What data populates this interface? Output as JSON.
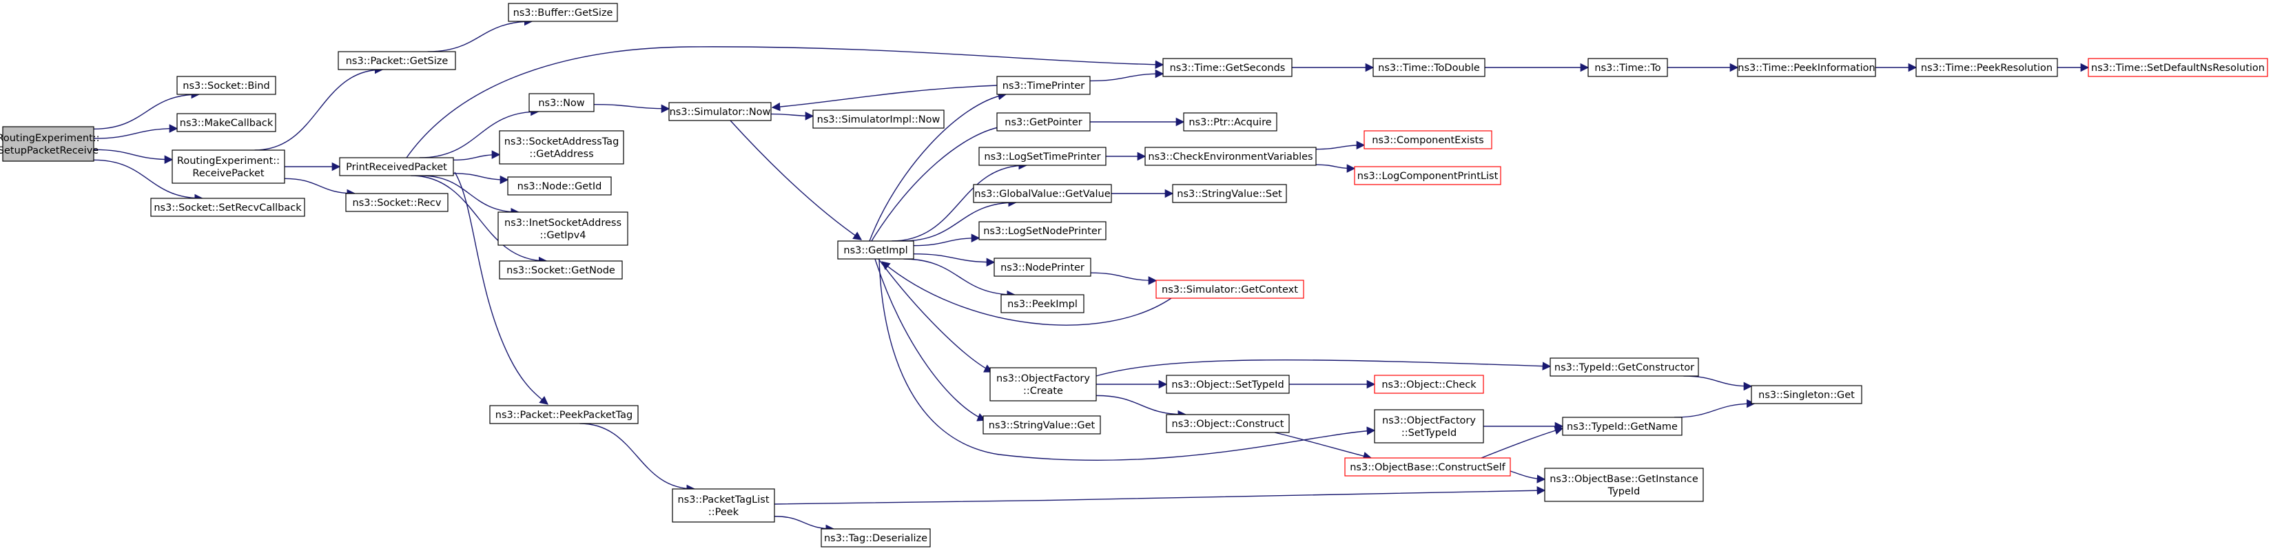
{
  "colors": {
    "edge": "#191970",
    "node_border": "#000000",
    "node_border_missing": "#ff0000",
    "root_fill": "#bfbfbf",
    "node_fill": "#ffffff"
  },
  "nodes": [
    {
      "id": "setup",
      "lines": [
        "RoutingExperiment::",
        "SetupPacketReceive"
      ],
      "style": "root"
    },
    {
      "id": "bind",
      "lines": [
        "ns3::Socket::Bind"
      ]
    },
    {
      "id": "makecb",
      "lines": [
        "ns3::MakeCallback"
      ]
    },
    {
      "id": "receive",
      "lines": [
        "RoutingExperiment::",
        "ReceivePacket"
      ]
    },
    {
      "id": "setrecv",
      "lines": [
        "ns3::Socket::SetRecvCallback"
      ]
    },
    {
      "id": "pktsize",
      "lines": [
        "ns3::Packet::GetSize"
      ]
    },
    {
      "id": "bufsize",
      "lines": [
        "ns3::Buffer::GetSize"
      ]
    },
    {
      "id": "print",
      "lines": [
        "PrintReceivedPacket"
      ]
    },
    {
      "id": "recv",
      "lines": [
        "ns3::Socket::Recv"
      ]
    },
    {
      "id": "now",
      "lines": [
        "ns3::Now"
      ]
    },
    {
      "id": "satag",
      "lines": [
        "ns3::SocketAddressTag",
        "::GetAddress"
      ]
    },
    {
      "id": "nodeid",
      "lines": [
        "ns3::Node::GetId"
      ]
    },
    {
      "id": "inet",
      "lines": [
        "ns3::InetSocketAddress",
        "::GetIpv4"
      ]
    },
    {
      "id": "getnode",
      "lines": [
        "ns3::Socket::GetNode"
      ]
    },
    {
      "id": "peekpkt",
      "lines": [
        "ns3::Packet::PeekPacketTag"
      ]
    },
    {
      "id": "simnow",
      "lines": [
        "ns3::Simulator::Now"
      ]
    },
    {
      "id": "implnow",
      "lines": [
        "ns3::SimulatorImpl::Now"
      ]
    },
    {
      "id": "getimpl",
      "lines": [
        "ns3::GetImpl"
      ]
    },
    {
      "id": "tprinter",
      "lines": [
        "ns3::TimePrinter"
      ]
    },
    {
      "id": "getptr",
      "lines": [
        "ns3::GetPointer"
      ]
    },
    {
      "id": "logtp",
      "lines": [
        "ns3::LogSetTimePrinter"
      ]
    },
    {
      "id": "gvget",
      "lines": [
        "ns3::GlobalValue::GetValue"
      ]
    },
    {
      "id": "lognp",
      "lines": [
        "ns3::LogSetNodePrinter"
      ]
    },
    {
      "id": "nprinter",
      "lines": [
        "ns3::NodePrinter"
      ]
    },
    {
      "id": "peekimpl",
      "lines": [
        "ns3::PeekImpl"
      ]
    },
    {
      "id": "ofcreate",
      "lines": [
        "ns3::ObjectFactory",
        "::Create"
      ]
    },
    {
      "id": "svget",
      "lines": [
        "ns3::StringValue::Get"
      ]
    },
    {
      "id": "ptltag",
      "lines": [
        "ns3::PacketTagList",
        "::Peek"
      ]
    },
    {
      "id": "tagdes",
      "lines": [
        "ns3::Tag::Deserialize"
      ]
    },
    {
      "id": "getsec",
      "lines": [
        "ns3::Time::GetSeconds"
      ]
    },
    {
      "id": "todouble",
      "lines": [
        "ns3::Time::ToDouble"
      ]
    },
    {
      "id": "timeto",
      "lines": [
        "ns3::Time::To"
      ]
    },
    {
      "id": "peekinfo",
      "lines": [
        "ns3::Time::PeekInformation"
      ]
    },
    {
      "id": "peekres",
      "lines": [
        "ns3::Time::PeekResolution"
      ]
    },
    {
      "id": "setdef",
      "lines": [
        "ns3::Time::SetDefaultNsResolution"
      ],
      "style": "missing"
    },
    {
      "id": "ptracq",
      "lines": [
        "ns3::Ptr::Acquire"
      ]
    },
    {
      "id": "checkenv",
      "lines": [
        "ns3::CheckEnvironmentVariables"
      ]
    },
    {
      "id": "compexists",
      "lines": [
        "ns3::ComponentExists"
      ],
      "style": "missing"
    },
    {
      "id": "logcomp",
      "lines": [
        "ns3::LogComponentPrintList"
      ],
      "style": "missing"
    },
    {
      "id": "svset",
      "lines": [
        "ns3::StringValue::Set"
      ]
    },
    {
      "id": "simctx",
      "lines": [
        "ns3::Simulator::GetContext"
      ],
      "style": "missing"
    },
    {
      "id": "settype",
      "lines": [
        "ns3::Object::SetTypeId"
      ]
    },
    {
      "id": "objcheck",
      "lines": [
        "ns3::Object::Check"
      ],
      "style": "missing"
    },
    {
      "id": "construct",
      "lines": [
        "ns3::Object::Construct"
      ]
    },
    {
      "id": "ofsettype",
      "lines": [
        "ns3::ObjectFactory",
        "::SetTypeId"
      ]
    },
    {
      "id": "constself",
      "lines": [
        "ns3::ObjectBase::ConstructSelf"
      ],
      "style": "missing"
    },
    {
      "id": "getctor",
      "lines": [
        "ns3::TypeId::GetConstructor"
      ]
    },
    {
      "id": "getname",
      "lines": [
        "ns3::TypeId::GetName"
      ]
    },
    {
      "id": "singleton",
      "lines": [
        "ns3::Singleton::Get"
      ]
    },
    {
      "id": "getinst",
      "lines": [
        "ns3::ObjectBase::GetInstance",
        "TypeId"
      ]
    }
  ]
}
